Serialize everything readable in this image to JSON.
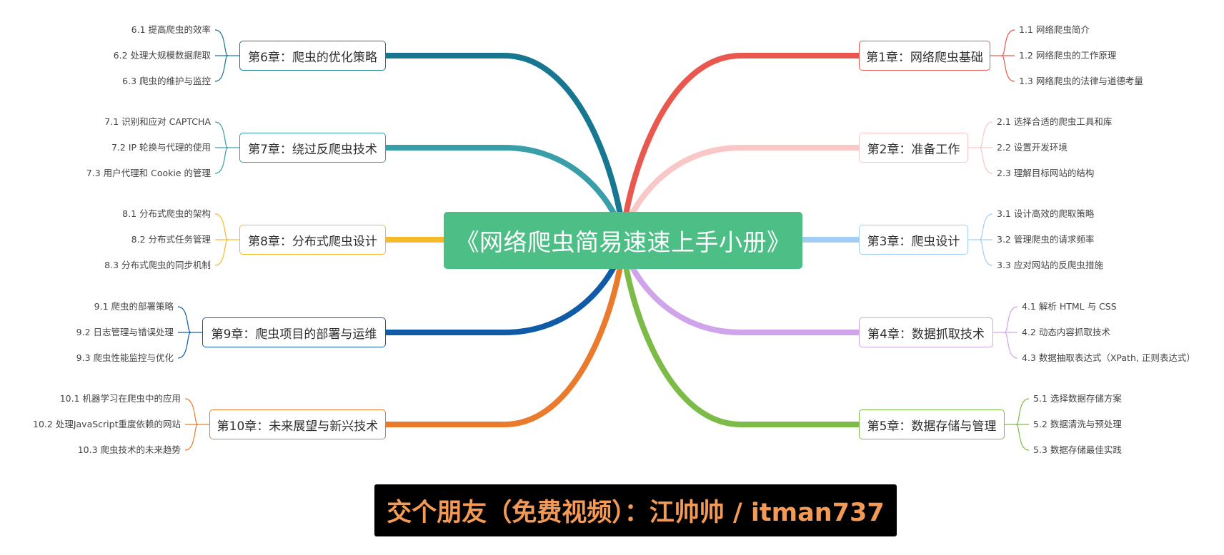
{
  "central_title": "《网络爬虫简易速速上手小册》",
  "footer": "交个朋友（免费视频）：江帅帅 / itman737",
  "colors": {
    "central_bg": "#4cbe86",
    "footer_bg": "#000000",
    "footer_text": "#f39a56"
  },
  "chapters": [
    {
      "title": "第1章：网络爬虫基础",
      "side": "right",
      "color": "#e8584e",
      "topics": [
        "1.1 网络爬虫简介",
        "1.2 网络爬虫的工作原理",
        "1.3 网络爬虫的法律与道德考量"
      ]
    },
    {
      "title": "第2章：准备工作",
      "side": "right",
      "color": "#f9c7c5",
      "topics": [
        "2.1 选择合适的爬虫工具和库",
        "2.2 设置开发环境",
        "2.3 理解目标网站的结构"
      ]
    },
    {
      "title": "第3章：爬虫设计",
      "side": "right",
      "color": "#a4cdf5",
      "topics": [
        "3.1 设计高效的爬取策略",
        "3.2 管理爬虫的请求频率",
        "3.3 应对网站的反爬虫措施"
      ]
    },
    {
      "title": "第4章：数据抓取技术",
      "side": "right",
      "color": "#d0a4ea",
      "topics": [
        "4.1 解析 HTML 与 CSS",
        "4.2 动态内容抓取技术",
        "4.3 数据抽取表达式（XPath, 正则表达式）"
      ]
    },
    {
      "title": "第5章：数据存储与管理",
      "side": "right",
      "color": "#7dbb48",
      "topics": [
        "5.1 选择数据存储方案",
        "5.2 数据清洗与预处理",
        "5.3 数据存储最佳实践"
      ]
    },
    {
      "title": "第6章：爬虫的优化策略",
      "side": "left",
      "color": "#177690",
      "topics": [
        "6.1 提高爬虫的效率",
        "6.2 处理大规模数据爬取",
        "6.3 爬虫的维护与监控"
      ]
    },
    {
      "title": "第7章：绕过反爬虫技术",
      "side": "left",
      "color": "#3a9ea9",
      "topics": [
        "7.1 识别和应对 CAPTCHA",
        "7.2 IP 轮换与代理的使用",
        "7.3 用户代理和 Cookie 的管理"
      ]
    },
    {
      "title": "第8章：分布式爬虫设计",
      "side": "left",
      "color": "#f6ba2a",
      "topics": [
        "8.1 分布式爬虫的架构",
        "8.2 分布式任务管理",
        "8.3 分布式爬虫的同步机制"
      ]
    },
    {
      "title": "第9章：爬虫项目的部署与运维",
      "side": "left",
      "color": "#0f5ba8",
      "topics": [
        "9.1 爬虫的部署策略",
        "9.2 日志管理与错误处理",
        "9.3 爬虫性能监控与优化"
      ]
    },
    {
      "title": "第10章：未来展望与新兴技术",
      "side": "left",
      "color": "#ea7b2c",
      "topics": [
        "10.1 机器学习在爬虫中的应用",
        "10.2 处理JavaScript重度依赖的网站",
        "10.3 爬虫技术的未来趋势"
      ]
    }
  ]
}
